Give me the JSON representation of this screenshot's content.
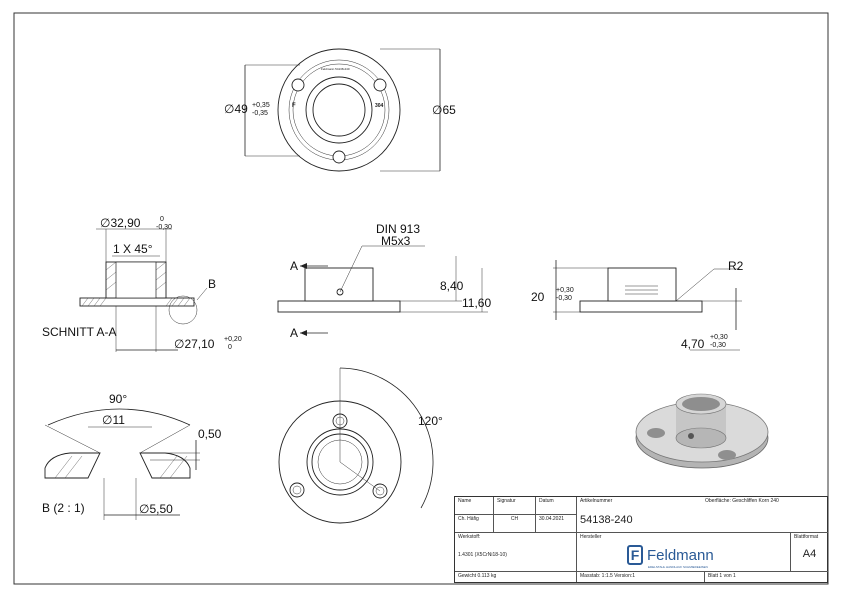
{
  "dims": {
    "d49": "∅49",
    "d49_tol_up": "+0,35",
    "d49_tol_lo": "-0,35",
    "d65": "∅65",
    "d3290": "∅32,90",
    "d3290_tol_up": "0",
    "d3290_tol_lo": "-0,30",
    "chamfer": "1 X 45°",
    "detail_b": "B",
    "section": "SCHNITT A-A",
    "d2710": "∅27,10",
    "d2710_tol_up": "+0,20",
    "d2710_tol_lo": "0",
    "din1": "DIN 913",
    "din2": "M5x3",
    "a_top": "A",
    "a_bottom": "A",
    "d840": "8,40",
    "d1160": "11,60",
    "d20": "20",
    "d20_tol_up": "+0,30",
    "d20_tol_lo": "-0,30",
    "r2": "R2",
    "d470": "4,70",
    "d470_tol_up": "+0,30",
    "d470_tol_lo": "-0,30",
    "angle90": "90°",
    "d11": "∅11",
    "d050": "0,50",
    "detail_scale": "B (2 : 1)",
    "d550": "∅5,50",
    "angle120": "120°"
  },
  "title_block": {
    "h_name": "Name",
    "h_signatur": "Signatur",
    "h_datum": "Datum",
    "h_artikel": "Artikelnummer",
    "oberflaeche": "Oberfläche:  Geschliffen Korn 240",
    "name": "Ch. Häfig",
    "signatur": "CH",
    "datum": "30.04.2021",
    "artikel": "54138-240",
    "h_werkstoff": "Werkstoff:",
    "werkstoff": "1.4301 (X5CrNi18-10)",
    "h_hersteller": "Hersteller",
    "logo": "Feldmann",
    "logo_sub": "EDELSTAHL HANDLAUF SCHMIEDEEISEN",
    "h_blattformat": "Blattformat",
    "blattformat": "A4",
    "gewicht": "Gewicht 0.113 kg",
    "massstab": "Masstab: 1:1.5      Version:1",
    "blatt": "Blatt 1 von 1"
  }
}
